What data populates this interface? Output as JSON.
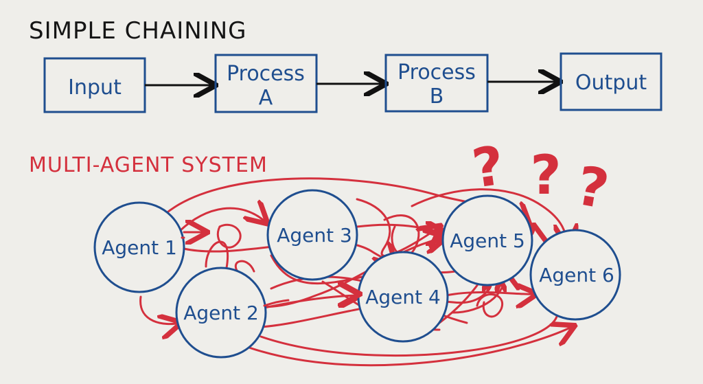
{
  "simple_chaining": {
    "title": "SIMPLE CHAINING",
    "boxes": [
      {
        "line1": "Input",
        "line2": ""
      },
      {
        "line1": "Process",
        "line2": "A"
      },
      {
        "line1": "Process",
        "line2": "B"
      },
      {
        "line1": "Output",
        "line2": ""
      }
    ]
  },
  "multi_agent": {
    "title": "MULTI-AGENT SYSTEM",
    "agents": [
      "Agent 1",
      "Agent 2",
      "Agent 3",
      "Agent 4",
      "Agent 5",
      "Agent 6"
    ],
    "question_marks": [
      "?",
      "?",
      "?"
    ]
  },
  "colors": {
    "chain_blue": "#1f4e8f",
    "tangle_red": "#d4303d",
    "ink_black": "#151515",
    "paper": "#efeeea"
  }
}
